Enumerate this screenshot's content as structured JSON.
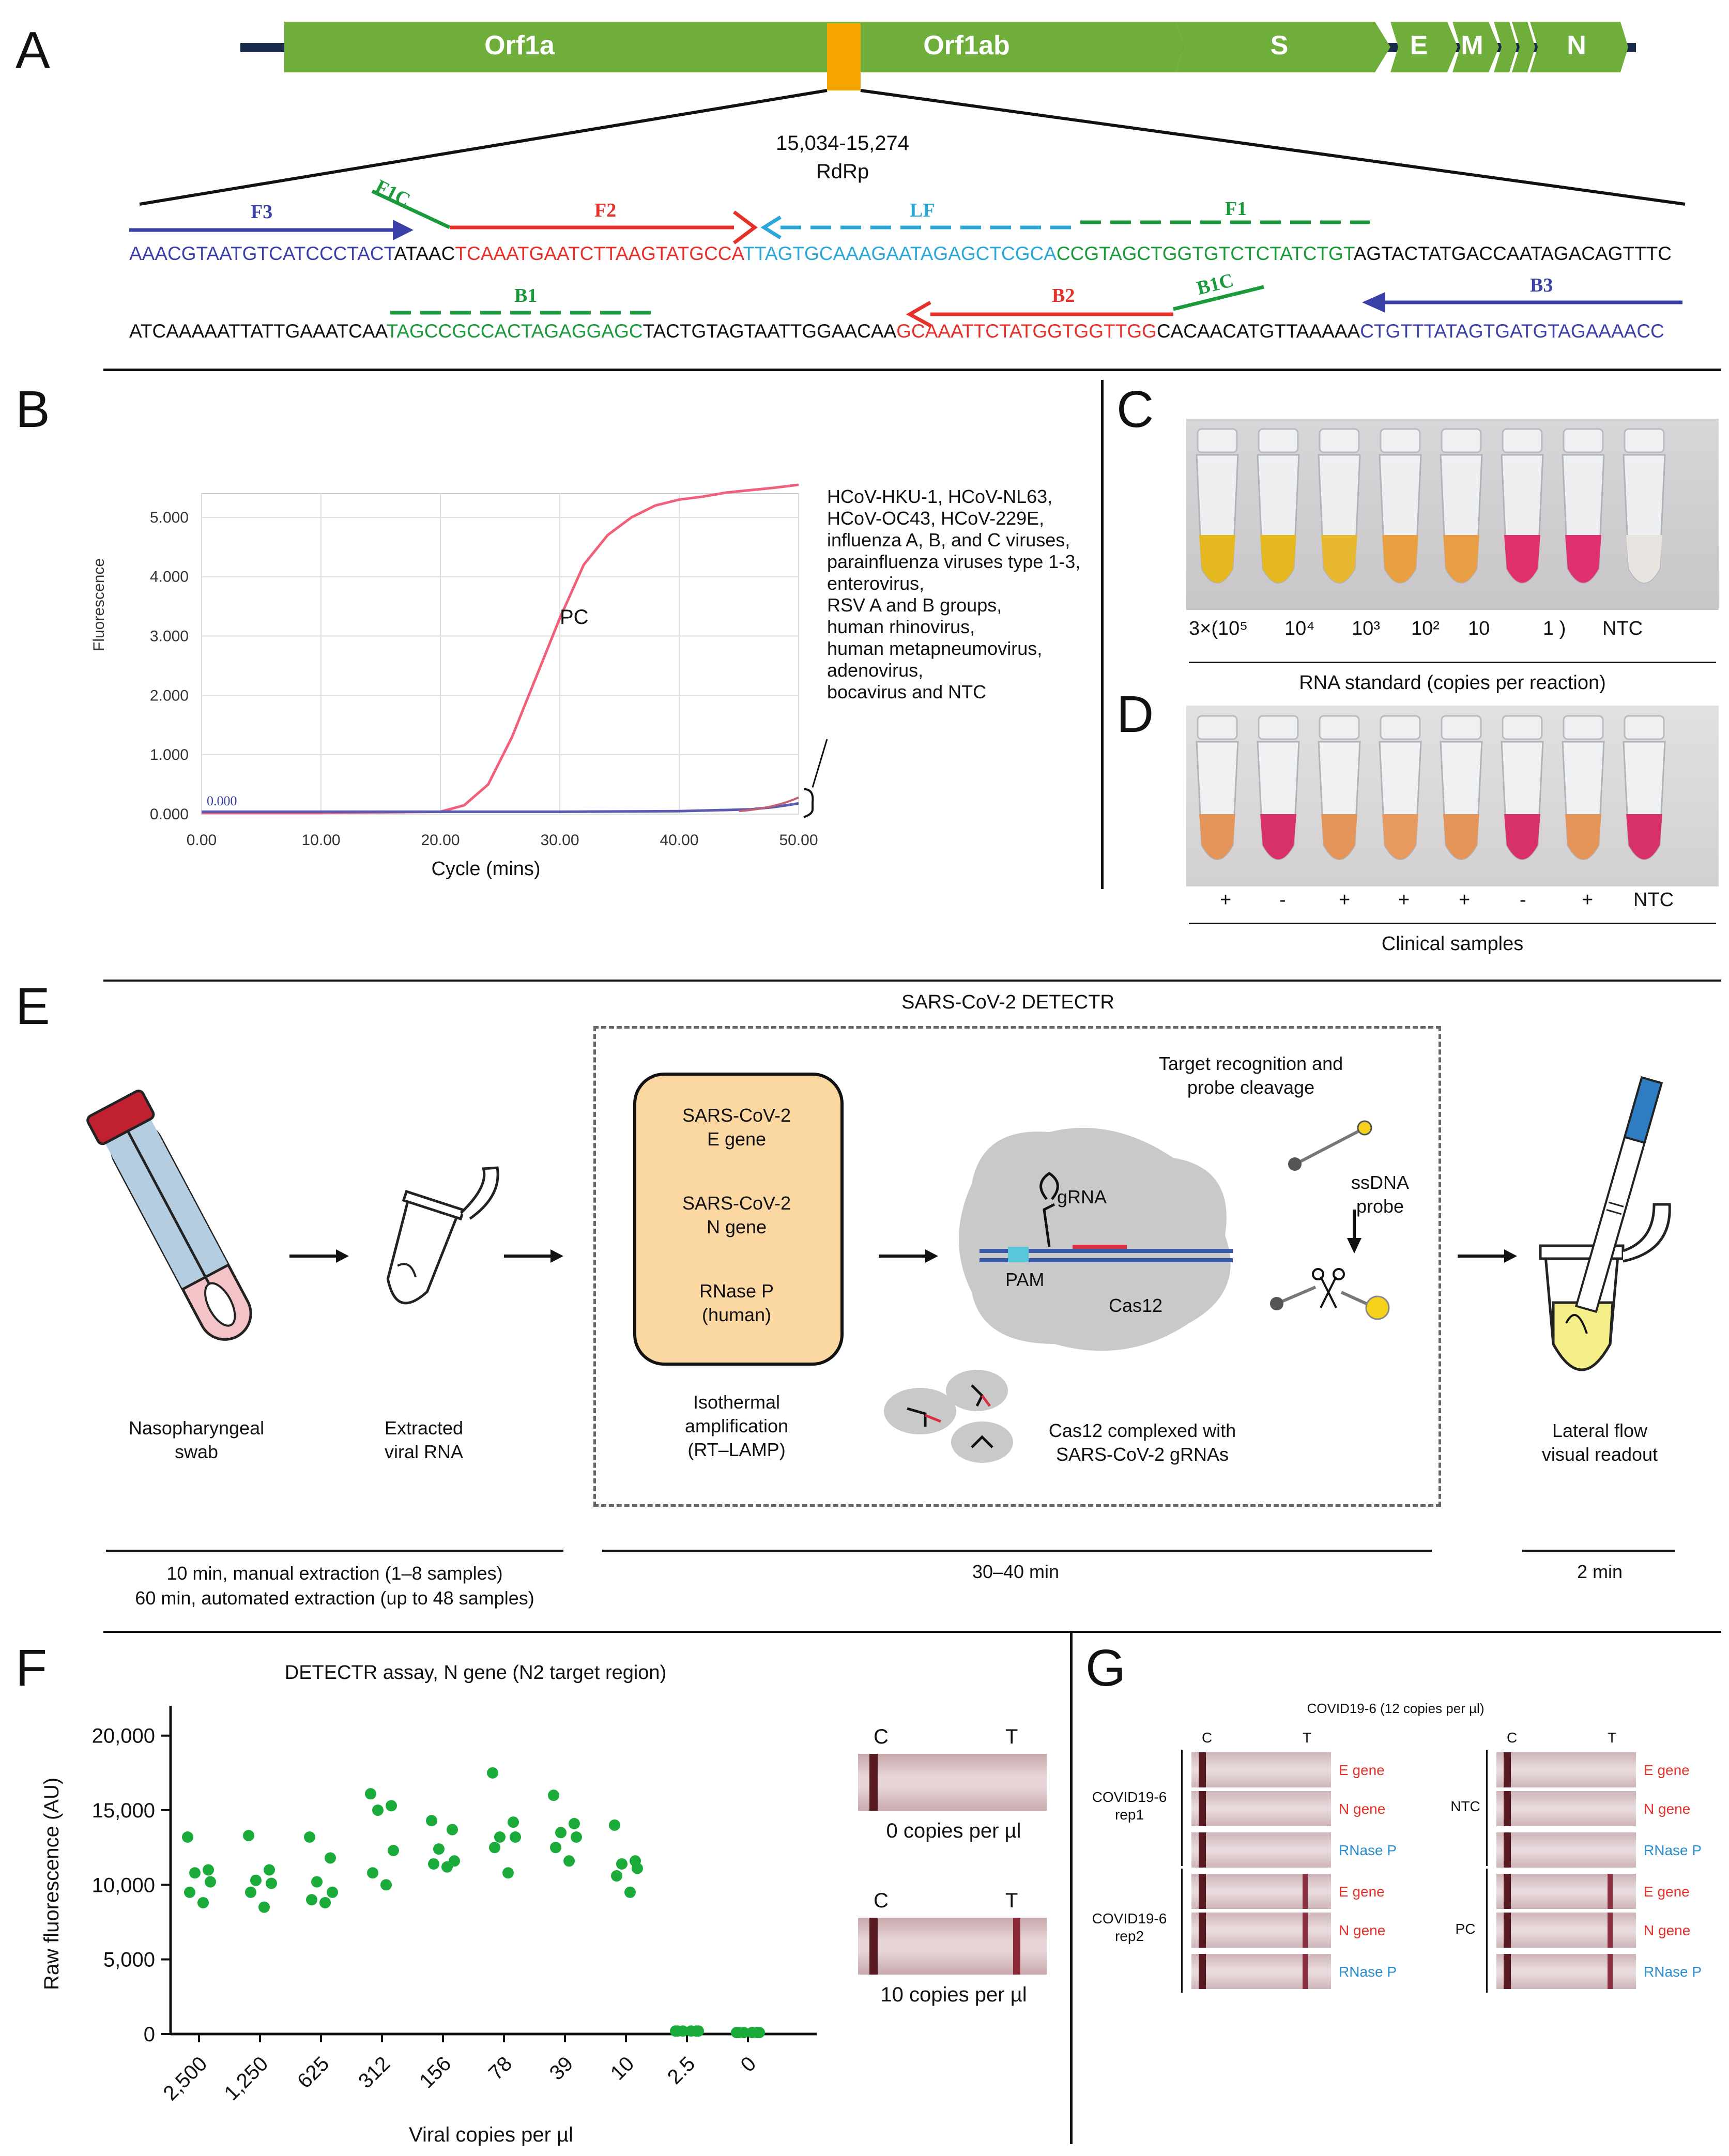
{
  "panels": {
    "A": "A",
    "B": "B",
    "C": "C",
    "D": "D",
    "E": "E",
    "F": "F",
    "G": "G"
  },
  "genome": {
    "labels": [
      "Orf1a",
      "Orf1ab",
      "S",
      "E",
      "M",
      "N"
    ],
    "region": "15,034-15,274",
    "gene": "RdRp",
    "primers": {
      "F3": "F3",
      "F1C": "F1C",
      "F2": "F2",
      "LF": "LF",
      "F1": "F1",
      "B1": "B1",
      "B2": "B2",
      "B1C": "B1C",
      "B3": "B3"
    },
    "seq1": [
      {
        "t": "AAACGTAATGTCATCCCTACT",
        "c": "#3b3fa8"
      },
      {
        "t": "ATAAC",
        "c": "#111111"
      },
      {
        "t": "TCAAATGAATCTTAAGTATGCCA",
        "c": "#e8302a"
      },
      {
        "t": "TTAGTGCAAAGAATAGAGCTCGCA",
        "c": "#2aa7d8"
      },
      {
        "t": "CCGTAGCTGGTGTCTCTATCTGT",
        "c": "#1a9a3a"
      },
      {
        "t": "AGTACTATGACCAATAGACAGTTTC",
        "c": "#111111"
      }
    ],
    "seq2": [
      {
        "t": "ATCAAAAATTATTGAAATCAA",
        "c": "#111111"
      },
      {
        "t": "TAGCCGCCACTAGAGGAGC",
        "c": "#1a9a3a"
      },
      {
        "t": "TACTGTAGTAATTGGAACAA",
        "c": "#111111"
      },
      {
        "t": "GCAAATTCTATGGTGGTTGG",
        "c": "#e8302a"
      },
      {
        "t": "CACAACATGTTAAAAA",
        "c": "#111111"
      },
      {
        "t": "CTGTTTATAGTGATGTAGAAAACC",
        "c": "#3b3fa8"
      }
    ]
  },
  "panelB": {
    "ylabel": "Fluorescence",
    "xlabel": "Cycle (mins)",
    "pc_label": "PC",
    "baseline_label": "0.000",
    "note_lines": [
      "HCoV-HKU-1, HCoV-NL63,",
      "HCoV-OC43, HCoV-229E,",
      "influenza A, B, and C viruses,",
      "parainfluenza viruses type 1-3,",
      "enterovirus,",
      "RSV A and B groups,",
      "human rhinovirus,",
      "human metapneumovirus,",
      "adenovirus,",
      "bocavirus and NTC"
    ]
  },
  "chart_data": [
    {
      "type": "line",
      "title": "",
      "xlabel": "Cycle (mins)",
      "ylabel": "Fluorescence",
      "xlim": [
        0,
        50
      ],
      "ylim": [
        0,
        5.4
      ],
      "x_ticks": [
        "0.00",
        "10.00",
        "20.00",
        "30.00",
        "40.00",
        "50.00"
      ],
      "y_ticks": [
        "0.000",
        "1.000",
        "2.000",
        "3.000",
        "4.000",
        "5.000"
      ],
      "grid": true,
      "series": [
        {
          "name": "PC",
          "color": "#f0607a",
          "x": [
            0,
            10,
            20,
            22,
            24,
            26,
            28,
            30,
            32,
            34,
            36,
            38,
            40,
            42,
            44,
            46,
            48,
            50
          ],
          "y": [
            0.02,
            0.02,
            0.04,
            0.15,
            0.5,
            1.3,
            2.3,
            3.3,
            4.2,
            4.7,
            5.0,
            5.2,
            5.3,
            5.35,
            5.42,
            5.46,
            5.5,
            5.55
          ]
        },
        {
          "name": "",
          "color": "#5a5ab0",
          "x": [
            0,
            10,
            20,
            30,
            40,
            46,
            48,
            50
          ],
          "y": [
            0.04,
            0.04,
            0.04,
            0.04,
            0.05,
            0.08,
            0.12,
            0.18
          ]
        }
      ]
    },
    {
      "type": "scatter",
      "title": "DETECTR assay, N gene (N2 target region)",
      "xlabel": "Viral copies per µl",
      "ylabel": "Raw fluorescence (AU)",
      "ylim": [
        0,
        22000
      ],
      "y_ticks": [
        "0",
        "5,000",
        "10,000",
        "15,000",
        "20,000"
      ],
      "categories": [
        "2,500",
        "1,250",
        "625",
        "312",
        "156",
        "78",
        "39",
        "10",
        "2.5",
        "0"
      ],
      "series": [
        {
          "name": "",
          "color": "#1aab3a",
          "values": [
            [
              13200,
              11000,
              10800,
              10200,
              9500,
              8800
            ],
            [
              13300,
              11000,
              10300,
              10100,
              9500,
              8500
            ],
            [
              13200,
              11800,
              10200,
              9500,
              9000,
              8800
            ],
            [
              16100,
              15300,
              15000,
              12300,
              10800,
              10000
            ],
            [
              14300,
              13700,
              12400,
              11600,
              11400,
              11200
            ],
            [
              17500,
              14200,
              13200,
              13200,
              12500,
              10800
            ],
            [
              16000,
              14100,
              13500,
              13200,
              12500,
              11600
            ],
            [
              14000,
              11600,
              11400,
              11100,
              10600,
              9500
            ],
            [
              200,
              200,
              200,
              200,
              200,
              200
            ],
            [
              100,
              100,
              100,
              100,
              100,
              100
            ]
          ]
        }
      ]
    }
  ],
  "panelC": {
    "labels": [
      "3×(10⁵",
      "10⁴",
      "10³",
      "10²",
      "10",
      "1 )",
      "NTC"
    ],
    "caption": "RNA standard (copies per reaction)",
    "tube_colors": [
      "#e6b820",
      "#e6b820",
      "#e8b830",
      "#e8a040",
      "#e89e45",
      "#e0306a",
      "#df3070",
      "#e8e4e0"
    ]
  },
  "panelD": {
    "labels": [
      "+",
      "-",
      "+",
      "+",
      "+",
      "-",
      "+",
      "NTC"
    ],
    "caption": "Clinical samples",
    "tube_colors": [
      "#e6955a",
      "#d8306a",
      "#e6955a",
      "#e69a60",
      "#e6955a",
      "#d8306a",
      "#e6955a",
      "#d8306a"
    ]
  },
  "panelE": {
    "title": "SARS-CoV-2 DETECTR",
    "swab": "Nasopharyngeal\nswab",
    "rna": "Extracted\nviral RNA",
    "targets": [
      "SARS-CoV-2\nE gene",
      "SARS-CoV-2\nN gene",
      "RNase P\n(human)"
    ],
    "amp": "Isothermal\namplification\n(RT–LAMP)",
    "target_rec": "Target recognition and\nprobe cleavage",
    "grna": "gRNA",
    "pam": "PAM",
    "cas12": "Cas12",
    "probe": "ssDNA\nprobe",
    "complex": "Cas12 complexed with\nSARS-CoV-2 gRNAs",
    "readout": "Lateral flow\nvisual readout",
    "time1": "10 min, manual extraction (1–8 samples)\n60 min, automated extraction (up to 48 samples)",
    "time2": "30–40 min",
    "time3": "2 min"
  },
  "panelF": {
    "strip_c": "C",
    "strip_t": "T",
    "strip1": "0 copies per µl",
    "strip2": "10 copies per µl"
  },
  "panelG": {
    "title": "COVID19-6 (12 copies per µl)",
    "c": "C",
    "t": "T",
    "rep1": "COVID19-6\nrep1",
    "rep2": "COVID19-6\nrep2",
    "ntc": "NTC",
    "pc": "PC",
    "genes": [
      {
        "name": "E gene",
        "color": "#e8302a"
      },
      {
        "name": "N gene",
        "color": "#e8302a"
      },
      {
        "name": "RNase P",
        "color": "#2a8fd0"
      }
    ]
  }
}
